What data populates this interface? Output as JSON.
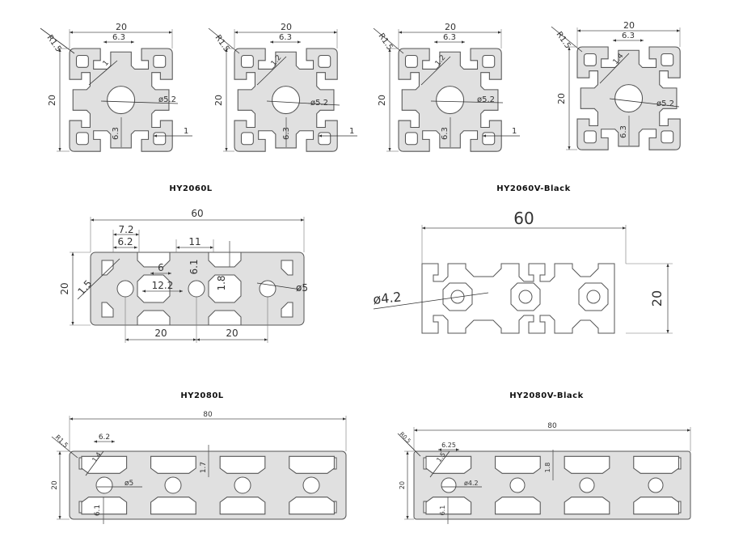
{
  "titles": {
    "hy2060l": "HY2060L",
    "hy2060v": "HY2060V-Black",
    "hy2080l": "HY2080L",
    "hy2080v": "HY2080V-Black"
  },
  "p2020_1": {
    "r": "R1.5",
    "w": "20",
    "slot": "6.3",
    "wall": "1",
    "h": "20",
    "slot2": "6.3",
    "bore": "ø5.2",
    "lip": "1"
  },
  "p2020_2": {
    "r": "R1.5",
    "w": "20",
    "slot": "6.3",
    "wall": "1.2",
    "h": "20",
    "slot2": "6.3",
    "bore": "ø5.2",
    "lip": "1"
  },
  "p2020_3": {
    "r": "R1.5",
    "w": "20",
    "slot": "6.3",
    "wall": "1.2",
    "h": "20",
    "slot2": "6.3",
    "bore": "ø5.2",
    "lip": "1"
  },
  "p2020_4": {
    "r": "R1.5",
    "w": "20",
    "slot": "6.3",
    "wall": "1.4",
    "h": "20",
    "slot2": "6.3",
    "bore": "ø5.2"
  },
  "p2060l": {
    "w": "60",
    "d72": "7.2",
    "d62": "6.2",
    "d11": "11",
    "d6": "6",
    "d61": "6.1",
    "d15": "1.5",
    "d122": "12.2",
    "d18": "1.8",
    "bore": "ø5",
    "h": "20",
    "pitch1": "20",
    "pitch2": "20"
  },
  "p2060v": {
    "w": "60",
    "bore": "ø4.2",
    "h": "20"
  },
  "p2080l": {
    "w": "80",
    "r": "R1.5",
    "slot": "6.2",
    "wall": "1.4",
    "h": "20",
    "bore": "ø5",
    "d17": "1.7",
    "d61": "6.1"
  },
  "p2080v": {
    "w": "80",
    "r": "R0.5",
    "slot": "6.25",
    "wall": "1.5",
    "h": "20",
    "bore": "ø4.2",
    "d18": "1.8",
    "d61": "6.1"
  }
}
